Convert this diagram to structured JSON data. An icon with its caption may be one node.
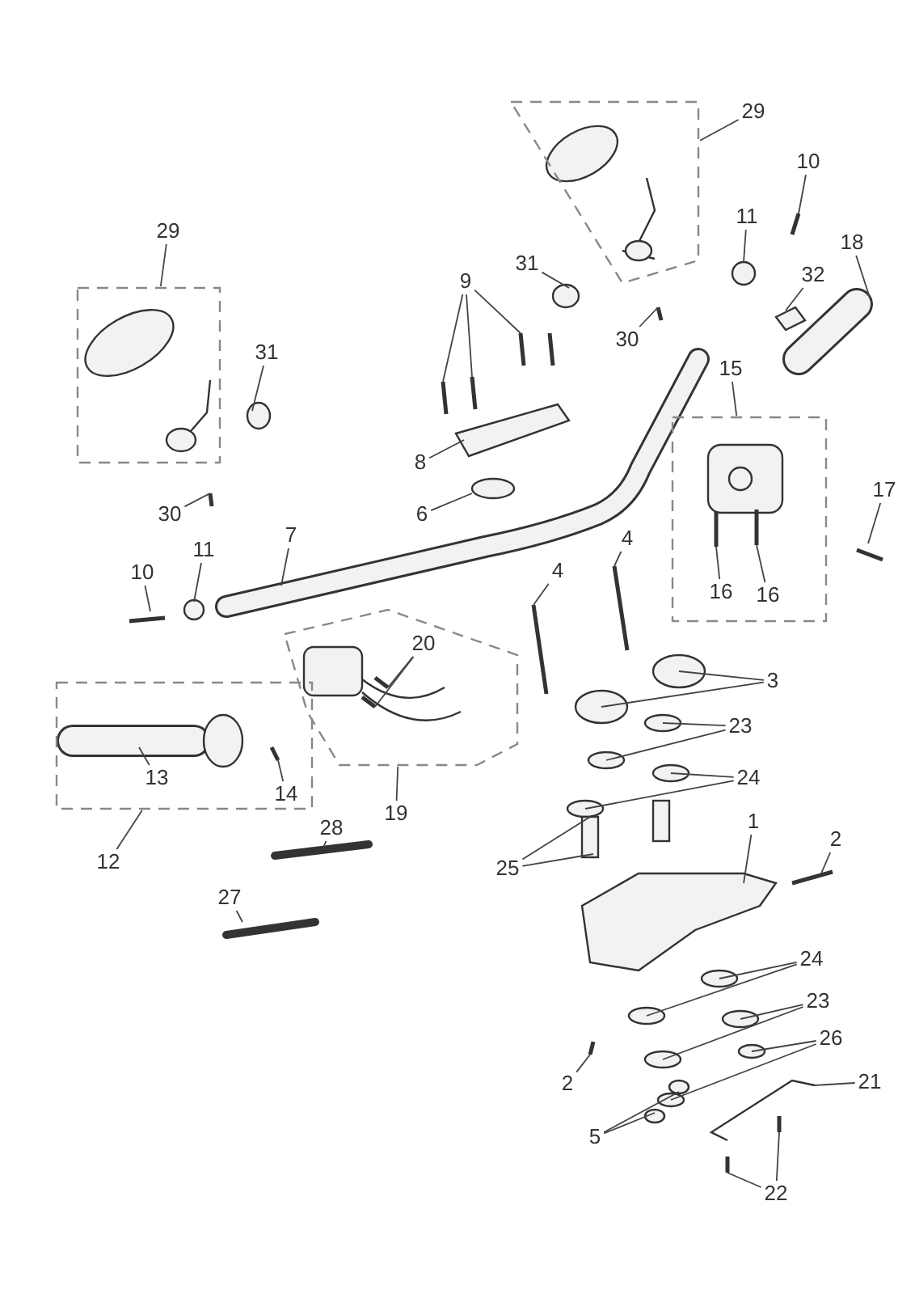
{
  "diagram": {
    "nodes": [
      {
        "text": [],
        "shape": "box"
      },
      {
        "text": [],
        "shape": "box"
      },
      {
        "text": [],
        "shape": "box"
      },
      {
        "text": [],
        "shape": "box"
      },
      {
        "text": [],
        "shape": "box"
      },
      {
        "text": [
          "29"
        ]
      },
      {
        "text": [
          "29"
        ]
      },
      {
        "text": [
          "10"
        ]
      },
      {
        "text": [
          "11"
        ]
      },
      {
        "text": [
          "18"
        ]
      },
      {
        "text": [
          "9"
        ]
      },
      {
        "text": [
          "31"
        ]
      },
      {
        "text": [
          "32"
        ]
      },
      {
        "text": [
          "31"
        ]
      },
      {
        "text": [
          "30"
        ]
      },
      {
        "text": [
          "15"
        ]
      },
      {
        "text": [
          "8"
        ]
      },
      {
        "text": [
          "6"
        ]
      },
      {
        "text": [
          "30"
        ]
      },
      {
        "text": [
          "7"
        ]
      },
      {
        "text": [
          "17"
        ]
      },
      {
        "text": [
          "4"
        ]
      },
      {
        "text": [
          "4"
        ]
      },
      {
        "text": [
          "10"
        ]
      },
      {
        "text": [
          "11"
        ]
      },
      {
        "text": [
          "16"
        ],
        "in": 2
      },
      {
        "text": [
          "16"
        ],
        "in": 2
      },
      {
        "text": [
          "20"
        ],
        "in": 3
      },
      {
        "text": [
          "3"
        ]
      },
      {
        "text": [
          "23"
        ]
      },
      {
        "text": [
          "24"
        ]
      },
      {
        "text": [
          "13"
        ],
        "in": 4
      },
      {
        "text": [
          "14"
        ],
        "in": 4
      },
      {
        "text": [
          "19"
        ]
      },
      {
        "text": [
          "12"
        ]
      },
      {
        "text": [
          "1"
        ]
      },
      {
        "text": [
          "2"
        ]
      },
      {
        "text": [
          "28"
        ]
      },
      {
        "text": [
          "25"
        ]
      },
      {
        "text": [
          "27"
        ]
      },
      {
        "text": [
          "24"
        ]
      },
      {
        "text": [
          "23"
        ]
      },
      {
        "text": [
          "26"
        ]
      },
      {
        "text": [
          "2"
        ]
      },
      {
        "text": [
          "21"
        ]
      },
      {
        "text": [
          "5"
        ]
      },
      {
        "text": [
          "22"
        ]
      }
    ],
    "edges": [
      {
        "from": 5,
        "to": 0,
        "arrow": "none"
      },
      {
        "from": 6,
        "to": 1,
        "arrow": "none"
      },
      {
        "from": 7,
        "to": null,
        "arrow": "none"
      },
      {
        "from": 8,
        "to": null,
        "arrow": "none"
      },
      {
        "from": 9,
        "to": null,
        "arrow": "none"
      },
      {
        "from": 10,
        "to": null,
        "arrow": "none"
      },
      {
        "from": 10,
        "to": null,
        "arrow": "none"
      },
      {
        "from": 10,
        "to": null,
        "arrow": "none"
      },
      {
        "from": 11,
        "to": null,
        "arrow": "none"
      },
      {
        "from": 12,
        "to": null,
        "arrow": "none"
      },
      {
        "from": 13,
        "to": null,
        "arrow": "none"
      },
      {
        "from": 14,
        "to": null,
        "arrow": "none"
      },
      {
        "from": 15,
        "to": 2,
        "arrow": "none"
      },
      {
        "from": 16,
        "to": null,
        "arrow": "none"
      },
      {
        "from": 17,
        "to": null,
        "arrow": "none"
      },
      {
        "from": 18,
        "to": null,
        "arrow": "none"
      },
      {
        "from": 19,
        "to": null,
        "arrow": "none"
      },
      {
        "from": 20,
        "to": null,
        "arrow": "none"
      },
      {
        "from": 21,
        "to": null,
        "arrow": "none"
      },
      {
        "from": 22,
        "to": null,
        "arrow": "none"
      },
      {
        "from": 23,
        "to": null,
        "arrow": "none"
      },
      {
        "from": 24,
        "to": null,
        "arrow": "none"
      },
      {
        "from": 25,
        "to": null,
        "arrow": "none"
      },
      {
        "from": 26,
        "to": null,
        "arrow": "none"
      },
      {
        "from": 27,
        "to": null,
        "arrow": "none"
      },
      {
        "from": 27,
        "to": null,
        "arrow": "none"
      },
      {
        "from": 28,
        "to": null,
        "arrow": "none"
      },
      {
        "from": 28,
        "to": null,
        "arrow": "none"
      },
      {
        "from": 29,
        "to": null,
        "arrow": "none"
      },
      {
        "from": 29,
        "to": null,
        "arrow": "none"
      },
      {
        "from": 30,
        "to": null,
        "arrow": "none"
      },
      {
        "from": 30,
        "to": null,
        "arrow": "none"
      },
      {
        "from": 31,
        "to": null,
        "arrow": "none"
      },
      {
        "from": 32,
        "to": null,
        "arrow": "none"
      },
      {
        "from": 33,
        "to": 3,
        "arrow": "none"
      },
      {
        "from": 34,
        "to": 4,
        "arrow": "none"
      },
      {
        "from": 35,
        "to": null,
        "arrow": "none"
      },
      {
        "from": 36,
        "to": null,
        "arrow": "none"
      },
      {
        "from": 37,
        "to": null,
        "arrow": "none"
      },
      {
        "from": 38,
        "to": null,
        "arrow": "none"
      },
      {
        "from": 38,
        "to": null,
        "arrow": "none"
      },
      {
        "from": 39,
        "to": null,
        "arrow": "none"
      },
      {
        "from": 40,
        "to": null,
        "arrow": "none"
      },
      {
        "from": 40,
        "to": null,
        "arrow": "none"
      },
      {
        "from": 41,
        "to": null,
        "arrow": "none"
      },
      {
        "from": 41,
        "to": null,
        "arrow": "none"
      },
      {
        "from": 42,
        "to": null,
        "arrow": "none"
      },
      {
        "from": 42,
        "to": null,
        "arrow": "none"
      },
      {
        "from": 43,
        "to": null,
        "arrow": "none"
      },
      {
        "from": 44,
        "to": null,
        "arrow": "none"
      },
      {
        "from": 45,
        "to": null,
        "arrow": "none"
      },
      {
        "from": 45,
        "to": null,
        "arrow": "none"
      },
      {
        "from": 46,
        "to": null,
        "arrow": "none"
      },
      {
        "from": 46,
        "to": null,
        "arrow": "none"
      }
    ]
  }
}
